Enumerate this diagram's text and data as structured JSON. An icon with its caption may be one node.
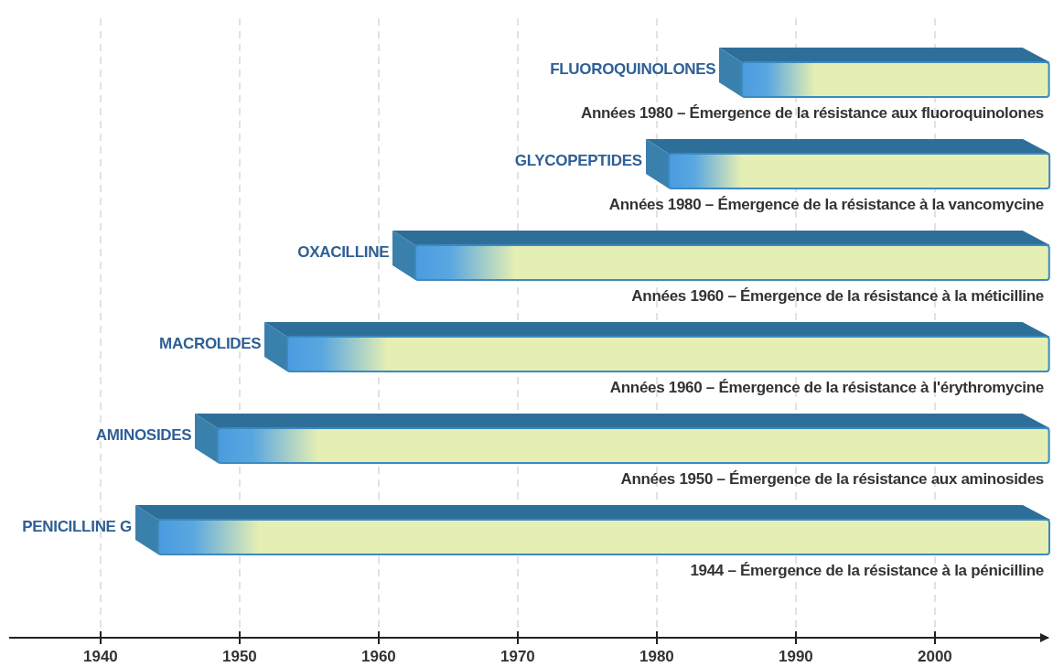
{
  "diagram": {
    "nodes": [
      {
        "text": [
          "FLUOROQUINOLONES"
        ],
        "beside": [
          "Années 1980 – Émergence de la résistance aux fluoroquinolones"
        ]
      },
      {
        "text": [
          "GLYCOPEPTIDES"
        ],
        "beside": [
          "Années 1980 – Émergence de la résistance à la vancomycine"
        ]
      },
      {
        "text": [
          "OXACILLINE"
        ],
        "beside": [
          "Années 1960 – Émergence de la résistance à la méticilline"
        ]
      },
      {
        "text": [
          "MACROLIDES"
        ],
        "beside": [
          "Années 1960 – Émergence de la résistance à l'érythromycine"
        ]
      },
      {
        "text": [
          "AMINOSIDES"
        ],
        "beside": [
          "Années 1950 – Émergence de la résistance aux aminosides"
        ]
      },
      {
        "text": [
          "PENICILLINE G"
        ],
        "beside": [
          "1944 – Émergence de la résistance à la pénicilline"
        ]
      }
    ],
    "edges": [],
    "labels": [
      "1940",
      "1950",
      "1960",
      "1970",
      "1980",
      "1990",
      "2000"
    ]
  }
}
